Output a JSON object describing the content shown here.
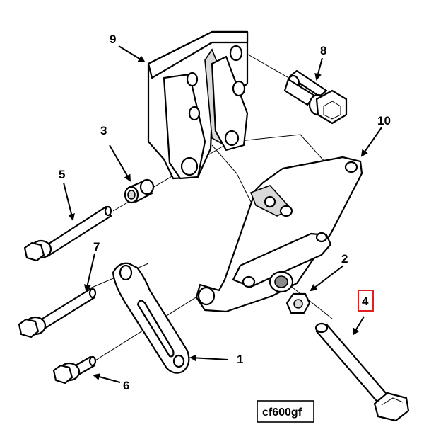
{
  "diagram": {
    "code_label": "cf600gf",
    "highlighted_callout": "4",
    "highlight_color": "#e02020",
    "callouts": [
      {
        "id": "c1",
        "text": "1"
      },
      {
        "id": "c2",
        "text": "2"
      },
      {
        "id": "c3",
        "text": "3"
      },
      {
        "id": "c4",
        "text": "4"
      },
      {
        "id": "c5",
        "text": "5"
      },
      {
        "id": "c6",
        "text": "6"
      },
      {
        "id": "c7",
        "text": "7"
      },
      {
        "id": "c8",
        "text": "8"
      },
      {
        "id": "c9",
        "text": "9"
      },
      {
        "id": "c10",
        "text": "10"
      }
    ]
  }
}
